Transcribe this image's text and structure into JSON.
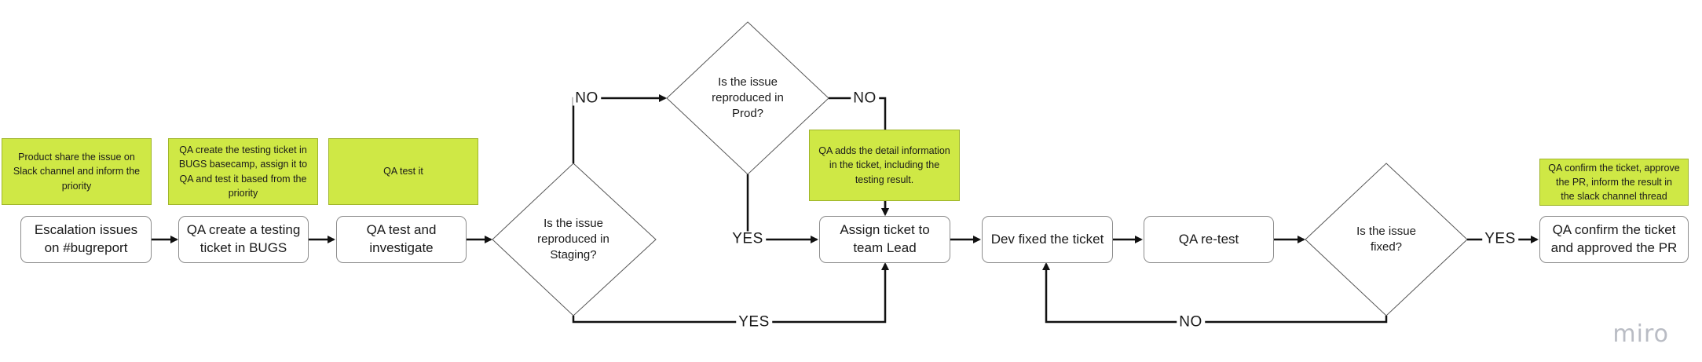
{
  "nodes": {
    "escalation": "Escalation issues on #bugreport",
    "create_ticket": "QA create a testing ticket in BUGS",
    "test_investigate": "QA test and investigate",
    "assign_ticket": "Assign ticket to team Lead",
    "dev_fixed": "Dev fixed the ticket",
    "retest": "QA re-test",
    "confirm": "QA confirm the ticket and approved the PR"
  },
  "decisions": {
    "staging": "Is the issue reproduced in Staging?",
    "prod": "Is the issue reproduced in Prod?",
    "fixed": "Is the issue fixed?"
  },
  "notes": {
    "product_share": "Product share the issue on Slack channel and inform the priority",
    "qa_create": "QA create the testing ticket in BUGS basecamp, assign it to QA and test it based from the priority",
    "qa_test": "QA test it",
    "qa_detail": "QA adds the detail information in the ticket, including the testing result.",
    "qa_confirm": "QA confirm the ticket, approve the PR, inform the result in the slack channel thread"
  },
  "edge_labels": {
    "staging_no": "NO",
    "prod_no": "NO",
    "prod_yes": "YES",
    "staging_yes": "YES",
    "fixed_yes": "YES",
    "fixed_no": "NO"
  },
  "brand": {
    "logo_text": "miro"
  },
  "colors": {
    "note_fill": "#cfe845",
    "line": "#111111",
    "box_border": "#8c8c8c",
    "logo": "#b9bcc4"
  }
}
